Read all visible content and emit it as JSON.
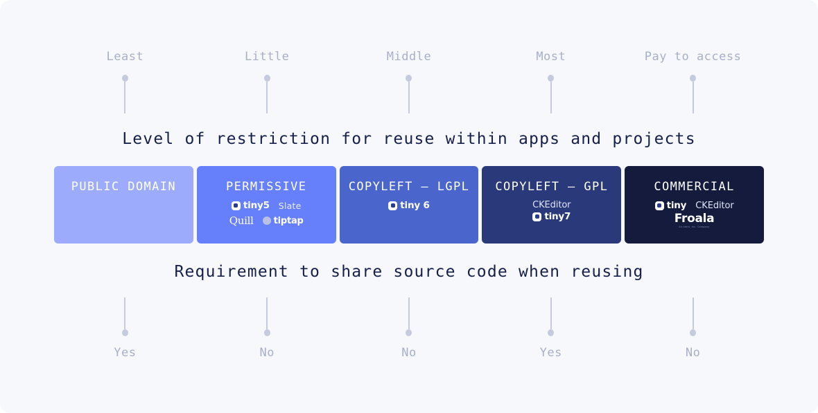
{
  "headings": {
    "upper": "Level of restriction for reuse within apps and projects",
    "lower": "Requirement to share source code when reusing"
  },
  "scale_top": {
    "labels": [
      "Least",
      "Little",
      "Middle",
      "Most",
      "Pay to access"
    ]
  },
  "scale_bottom": {
    "labels": [
      "Yes",
      "No",
      "No",
      "Yes",
      "No"
    ]
  },
  "colors": {
    "page_background": "#f7f8fb",
    "heading_text": "#16204a",
    "pin": "#c5cadd",
    "pin_label": "#a8b0c8",
    "band_1": "#9dabfd",
    "band_2": "#6680fb",
    "band_3": "#4a65cc",
    "band_4": "#2a397a",
    "band_5": "#141b3d"
  },
  "bands": [
    {
      "title": "PUBLIC DOMAIN",
      "color": "#9dabfd",
      "logo_rows": []
    },
    {
      "title": "PERMISSIVE",
      "color": "#6680fb",
      "logo_rows": [
        [
          "tiny5",
          "Slate"
        ],
        [
          "Quill",
          "tiptap"
        ]
      ]
    },
    {
      "title": "COPYLEFT — LGPL",
      "color": "#4a65cc",
      "logo_rows": [
        [
          "tiny 6"
        ]
      ]
    },
    {
      "title": "COPYLEFT — GPL",
      "color": "#2a397a",
      "logo_rows": [
        [
          "CKEditor"
        ],
        [
          "tiny7"
        ]
      ]
    },
    {
      "title": "COMMERCIAL",
      "color": "#141b3d",
      "logo_rows": [
        [
          "tiny",
          "CKEditor"
        ],
        [
          "Froala"
        ]
      ]
    }
  ],
  "logos": {
    "tiny5": "tiny5",
    "tiny6": "tiny 6",
    "tiny7": "tiny7",
    "tiny": "tiny",
    "slate": "Slate",
    "quill": "Quill",
    "tiptap": "tiptap",
    "ckeditor": "CKEditor",
    "froala": "Froala",
    "froala_sub": "An Idera, Inc. Company"
  }
}
